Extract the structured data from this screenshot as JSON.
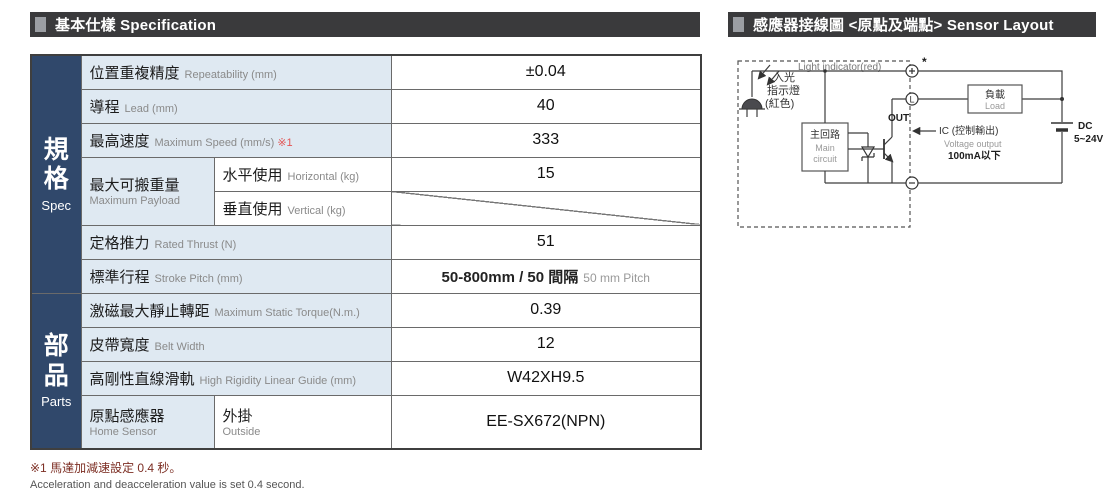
{
  "colors": {
    "header_bar": "#3a3a3c",
    "header_square": "#9b9ea3",
    "group_cell_bg": "#30486b",
    "label_cell_bg": "#dfe9f2",
    "note_red": "#e25555",
    "footnote_red": "#7d2f24"
  },
  "spec": {
    "header": {
      "title": "基本仕樣 Specification"
    },
    "groups": {
      "spec_zh1": "規",
      "spec_zh2": "格",
      "spec_en": "Spec",
      "parts_zh1": "部",
      "parts_zh2": "品",
      "parts_en": "Parts"
    },
    "rows": {
      "repeatability": {
        "zh": "位置重複精度",
        "en": "Repeatability (mm)",
        "value": "±0.04"
      },
      "lead": {
        "zh": "導程",
        "en": "Lead (mm)",
        "value": "40"
      },
      "speed": {
        "zh": "最高速度",
        "en": "Maximum Speed (mm/s)",
        "note": "※1",
        "value": "333"
      },
      "payload": {
        "zh": "最大可搬重量",
        "en": "Maximum Payload",
        "horizontal": {
          "zh": "水平使用",
          "en": "Horizontal (kg)",
          "value": "15"
        },
        "vertical": {
          "zh": "垂直使用",
          "en": "Vertical (kg)",
          "value": ""
        }
      },
      "thrust": {
        "zh": "定格推力",
        "en": "Rated Thrust (N)",
        "value": "51"
      },
      "stroke": {
        "zh": "標準行程",
        "en": "Stroke Pitch (mm)",
        "value": "50-800mm / 50 間隔",
        "value_note": "50 mm Pitch"
      },
      "torque": {
        "zh": "激磁最大靜止轉距",
        "en": "Maximum Static Torque(N.m.)",
        "value": "0.39"
      },
      "belt": {
        "zh": "皮帶寬度",
        "en": "Belt Width",
        "value": "12"
      },
      "guide": {
        "zh": "高剛性直線滑軌",
        "en": "High Rigidity Linear Guide (mm)",
        "value": "W42XH9.5"
      },
      "home_sensor": {
        "zh": "原點感應器",
        "en": "Home Sensor",
        "sub_zh": "外掛",
        "sub_en": "Outside",
        "value": "EE-SX672(NPN)"
      }
    },
    "footnotes": {
      "zh": "※1 馬達加減速設定 0.4 秒。",
      "en": "Acceleration and deacceleration value is set 0.4 second."
    }
  },
  "sensor": {
    "header": {
      "title": "感應器接線圖 <原點及端點> Sensor Layout"
    },
    "diagram": {
      "light_indicator": "Light indicator(red)",
      "led_zh1": "入光",
      "led_zh2": "指示燈",
      "led_zh3": "(紅色)",
      "main_zh": "主回路",
      "main_en1": "Main",
      "main_en2": "circuit",
      "out": "OUT",
      "asterisk": "*",
      "load_terminal": "L",
      "ic": "IC (控制輸出)",
      "voltage": "Voltage output",
      "current": "100mA以下",
      "load_zh": "負載",
      "load_en": "Load",
      "dc": "DC",
      "dc_v": "5~24V"
    }
  }
}
